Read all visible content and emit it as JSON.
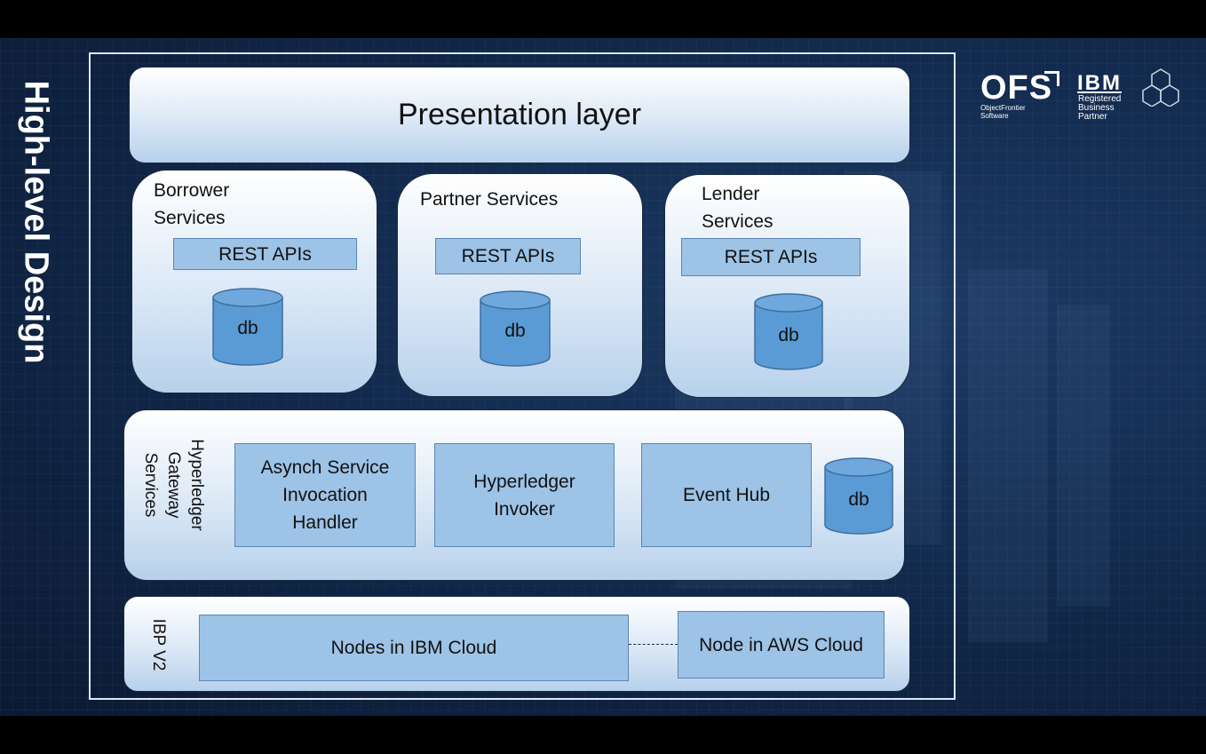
{
  "slide_title": "High-level Design",
  "presentation_layer": "Presentation layer",
  "services": [
    {
      "title": "Borrower\nServices",
      "api": "REST  APIs",
      "db": "db"
    },
    {
      "title": "Partner Services",
      "api": "REST  APIs",
      "db": "db"
    },
    {
      "title": "Lender\n Services",
      "api": "REST  APIs",
      "db": "db"
    }
  ],
  "gateway": {
    "label_line1": "Hyperledger",
    "label_line2": "Gateway",
    "label_line3": "Services",
    "asynch": "Asynch Service\nInvocation\nHandler",
    "invoker": "Hyperledger\nInvoker",
    "event_hub": "Event Hub",
    "db": "db"
  },
  "ibp": {
    "label": "IBP V2",
    "ibm_nodes": "Nodes in IBM Cloud",
    "aws_node": "Node in AWS Cloud"
  },
  "logos": {
    "ofs": "OFS",
    "ofs_sub": "ObjectFrontier Software",
    "ibm": "IBM",
    "ibm_sub1": "Registered",
    "ibm_sub2": "Business Partner"
  },
  "colors": {
    "box_fill": "#9dc3e6",
    "db_fill": "#5b9bd5",
    "panel_top": "#ffffff",
    "panel_bottom": "#b7d1ec"
  }
}
